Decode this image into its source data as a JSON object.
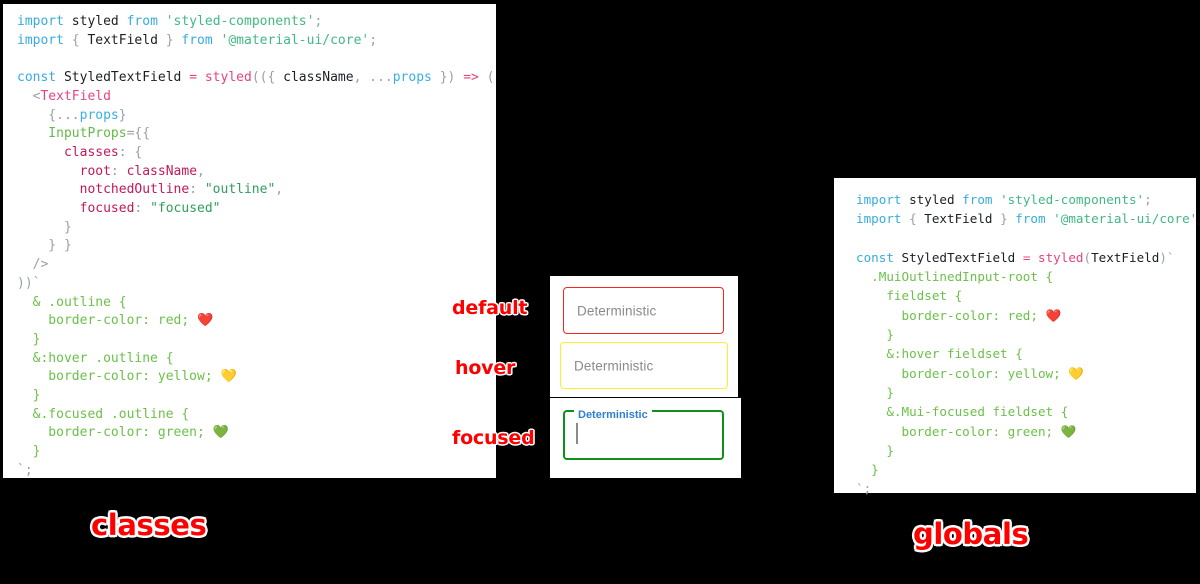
{
  "panels": {
    "classes": {
      "caption": "classes",
      "code_lines": [
        [
          {
            "t": "import ",
            "c": "kw"
          },
          {
            "t": "styled ",
            "c": "id"
          },
          {
            "t": "from ",
            "c": "kw"
          },
          {
            "t": "'styled-components'",
            "c": "str"
          },
          {
            "t": ";",
            "c": "punc"
          }
        ],
        [
          {
            "t": "import ",
            "c": "kw"
          },
          {
            "t": "{ ",
            "c": "punc"
          },
          {
            "t": "TextField",
            "c": "id"
          },
          {
            "t": " } ",
            "c": "punc"
          },
          {
            "t": "from ",
            "c": "kw"
          },
          {
            "t": "'@material-ui/core'",
            "c": "str"
          },
          {
            "t": ";",
            "c": "punc"
          }
        ],
        [
          {
            "t": "",
            "c": "id"
          }
        ],
        [
          {
            "t": "const ",
            "c": "kw"
          },
          {
            "t": "StyledTextField ",
            "c": "id"
          },
          {
            "t": "= ",
            "c": "op"
          },
          {
            "t": "styled",
            "c": "fn"
          },
          {
            "t": "((",
            "c": "punc"
          },
          {
            "t": "{ ",
            "c": "punc"
          },
          {
            "t": "className",
            "c": "id"
          },
          {
            "t": ", ",
            "c": "punc"
          },
          {
            "t": "...",
            "c": "punc"
          },
          {
            "t": "props",
            "c": "prop-blue"
          },
          {
            "t": " }",
            "c": "punc"
          },
          {
            "t": ") ",
            "c": "punc"
          },
          {
            "t": "=> ",
            "c": "op"
          },
          {
            "t": "(",
            "c": "punc"
          }
        ],
        [
          {
            "t": "  <",
            "c": "punc"
          },
          {
            "t": "TextField",
            "c": "tag"
          }
        ],
        [
          {
            "t": "    {...",
            "c": "punc"
          },
          {
            "t": "props",
            "c": "prop-blue"
          },
          {
            "t": "}",
            "c": "punc"
          }
        ],
        [
          {
            "t": "    InputProps",
            "c": "attr"
          },
          {
            "t": "={{",
            "c": "punc"
          }
        ],
        [
          {
            "t": "      classes",
            "c": "prop"
          },
          {
            "t": ": {",
            "c": "punc"
          }
        ],
        [
          {
            "t": "        root",
            "c": "prop"
          },
          {
            "t": ": ",
            "c": "punc"
          },
          {
            "t": "className",
            "c": "prop"
          },
          {
            "t": ",",
            "c": "punc"
          }
        ],
        [
          {
            "t": "        notchedOutline",
            "c": "prop"
          },
          {
            "t": ": ",
            "c": "punc"
          },
          {
            "t": "\"outline\"",
            "c": "strq"
          },
          {
            "t": ",",
            "c": "punc"
          }
        ],
        [
          {
            "t": "        focused",
            "c": "prop"
          },
          {
            "t": ": ",
            "c": "punc"
          },
          {
            "t": "\"focused\"",
            "c": "strq"
          }
        ],
        [
          {
            "t": "      }",
            "c": "punc"
          }
        ],
        [
          {
            "t": "    } }",
            "c": "punc"
          }
        ],
        [
          {
            "t": "  />",
            "c": "punc"
          }
        ],
        [
          {
            "t": "))`",
            "c": "punc"
          }
        ],
        [
          {
            "t": "  & .outline {",
            "c": "css"
          }
        ],
        [
          {
            "t": "    border-color: red; ",
            "c": "css"
          },
          {
            "t": "❤️",
            "c": "emoji"
          }
        ],
        [
          {
            "t": "  }",
            "c": "css"
          }
        ],
        [
          {
            "t": "  &:hover .outline {",
            "c": "css"
          }
        ],
        [
          {
            "t": "    border-color: yellow; ",
            "c": "css"
          },
          {
            "t": "💛",
            "c": "emoji"
          }
        ],
        [
          {
            "t": "  }",
            "c": "css"
          }
        ],
        [
          {
            "t": "  &.focused .outline {",
            "c": "css"
          }
        ],
        [
          {
            "t": "    border-color: green; ",
            "c": "css"
          },
          {
            "t": "💚",
            "c": "emoji"
          }
        ],
        [
          {
            "t": "  }",
            "c": "css"
          }
        ],
        [
          {
            "t": "`;",
            "c": "punc"
          }
        ]
      ]
    },
    "globals": {
      "caption": "globals",
      "code_lines": [
        [
          {
            "t": "import ",
            "c": "kw"
          },
          {
            "t": "styled ",
            "c": "id"
          },
          {
            "t": "from ",
            "c": "kw"
          },
          {
            "t": "'styled-components'",
            "c": "str"
          },
          {
            "t": ";",
            "c": "punc"
          }
        ],
        [
          {
            "t": "import ",
            "c": "kw"
          },
          {
            "t": "{ ",
            "c": "punc"
          },
          {
            "t": "TextField",
            "c": "id"
          },
          {
            "t": " } ",
            "c": "punc"
          },
          {
            "t": "from ",
            "c": "kw"
          },
          {
            "t": "'@material-ui/core'",
            "c": "str"
          },
          {
            "t": ";",
            "c": "punc"
          }
        ],
        [
          {
            "t": "",
            "c": "id"
          }
        ],
        [
          {
            "t": "const ",
            "c": "kw"
          },
          {
            "t": "StyledTextField ",
            "c": "id"
          },
          {
            "t": "= ",
            "c": "op"
          },
          {
            "t": "styled",
            "c": "fn"
          },
          {
            "t": "(",
            "c": "punc"
          },
          {
            "t": "TextField",
            "c": "id"
          },
          {
            "t": ")`",
            "c": "punc"
          }
        ],
        [
          {
            "t": "  .MuiOutlinedInput-root {",
            "c": "css"
          }
        ],
        [
          {
            "t": "    fieldset {",
            "c": "css"
          }
        ],
        [
          {
            "t": "      border-color: red; ",
            "c": "css"
          },
          {
            "t": "❤️",
            "c": "emoji"
          }
        ],
        [
          {
            "t": "    }",
            "c": "css"
          }
        ],
        [
          {
            "t": "    &:hover fieldset {",
            "c": "css"
          }
        ],
        [
          {
            "t": "      border-color: yellow; ",
            "c": "css"
          },
          {
            "t": "💛",
            "c": "emoji"
          }
        ],
        [
          {
            "t": "    }",
            "c": "css"
          }
        ],
        [
          {
            "t": "    &.Mui-focused fieldset {",
            "c": "css"
          }
        ],
        [
          {
            "t": "      border-color: green; ",
            "c": "css"
          },
          {
            "t": "💚",
            "c": "emoji"
          }
        ],
        [
          {
            "t": "    }",
            "c": "css"
          }
        ],
        [
          {
            "t": "  }",
            "c": "css"
          }
        ],
        [
          {
            "t": "`;",
            "c": "punc"
          }
        ]
      ]
    }
  },
  "preview": {
    "annotations": {
      "default": "default",
      "hover": "hover",
      "focused": "focused"
    },
    "fields": {
      "default": {
        "value": "Deterministic",
        "border_color": "#f4281f"
      },
      "hover": {
        "value": "Deterministic",
        "border_color": "#ffee2e"
      },
      "focused": {
        "label": "Deterministic",
        "value": "",
        "border_color": "#0f9018",
        "label_color": "#2f7fd1"
      }
    }
  },
  "colors": {
    "background": "#000000",
    "panel": "#ffffff",
    "annotation": "#ff0000",
    "keyword": "#36acdf",
    "string": "#41b883",
    "function": "#e8437f",
    "property": "#c2185b",
    "css": "#6cc04a"
  }
}
